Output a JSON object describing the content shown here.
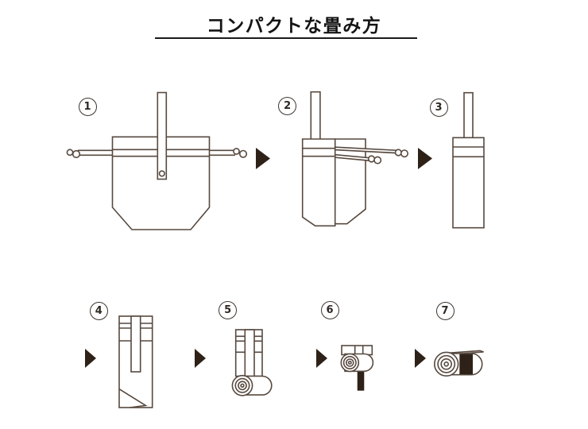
{
  "title": {
    "text": "コンパクトな畳み方"
  },
  "steps": [
    {
      "number": "1",
      "illustration": "drawstring-bag-front-with-strap-and-cords"
    },
    {
      "number": "2",
      "illustration": "bag-folded-in-half-cords-to-right"
    },
    {
      "number": "3",
      "illustration": "bag-folded-into-narrow-strip"
    },
    {
      "number": "4",
      "illustration": "strip-with-strap-folded-down-and-corner-tucked"
    },
    {
      "number": "5",
      "illustration": "strip-being-rolled-from-bottom"
    },
    {
      "number": "6",
      "illustration": "roll-with-strap-hanging-down"
    },
    {
      "number": "7",
      "illustration": "finished-roll-secured-by-strap-band"
    }
  ],
  "icons": {
    "step_arrow": "right-triangle-arrow"
  },
  "colors": {
    "outline": "#57493f",
    "arrow": "#2e2117",
    "dark_fill": "#2e2117",
    "title_text": "#141414",
    "background": "#ffffff"
  }
}
